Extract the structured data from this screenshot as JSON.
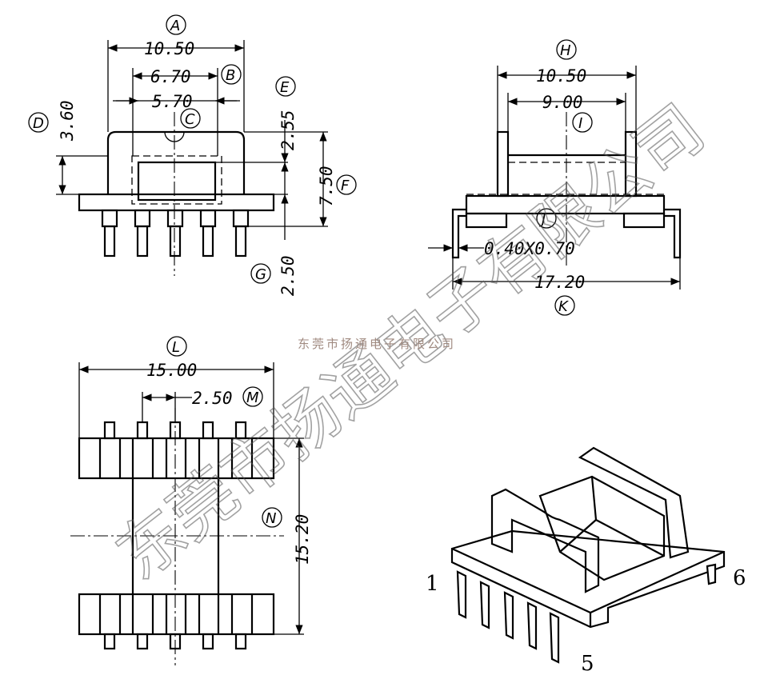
{
  "front_view": {
    "labels": {
      "A": "A",
      "B": "B",
      "C": "C",
      "D": "D",
      "E": "E",
      "F": "F",
      "G": "G"
    },
    "dims": {
      "A": "10.50",
      "B": "6.70",
      "C": "5.70",
      "D": "3.60",
      "E": "2.55",
      "F": "7.50",
      "G": "2.50"
    }
  },
  "side_view": {
    "labels": {
      "H": "H",
      "I": "I",
      "J": "J",
      "K": "K"
    },
    "dims": {
      "H": "10.50",
      "I": "9.00",
      "J": "0.40X0.70",
      "K": "17.20"
    }
  },
  "top_view": {
    "labels": {
      "L": "L",
      "M": "M",
      "N": "N"
    },
    "dims": {
      "L": "15.00",
      "M": "2.50",
      "N": "15.20"
    }
  },
  "iso_view": {
    "pins": {
      "p1": "1",
      "p5": "5",
      "p6": "6"
    }
  },
  "watermark": {
    "large": "东莞市扬通电子有限公司",
    "small": "东莞市扬通电子有限公司"
  }
}
